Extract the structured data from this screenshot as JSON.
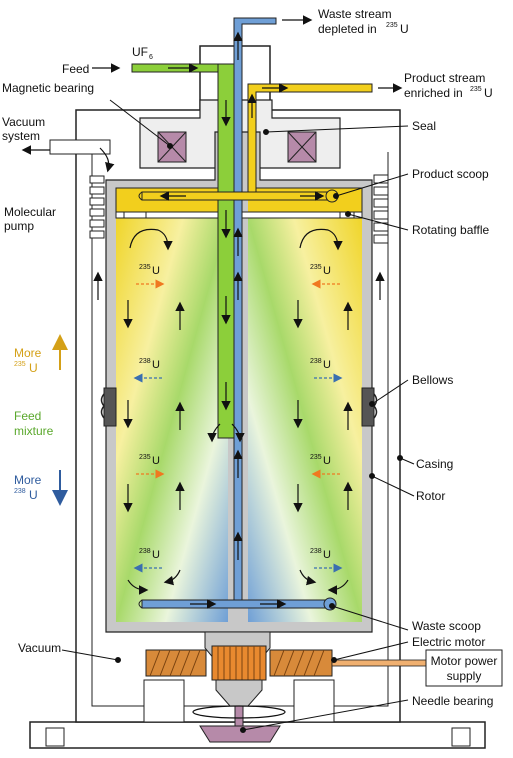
{
  "colors": {
    "feed": "#8ccf3a",
    "product": "#f2cf1d",
    "waste": "#6f9fd6",
    "casing": "#ffffff",
    "rotor": "#c8c8c8",
    "bearing": "#b68aa9",
    "motor": "#d88a3a",
    "more235": "#d4a017",
    "feedmix": "#5aa82c",
    "more238": "#2f5c9e",
    "arrow235": "#f07820",
    "arrow238": "#3a6fb0"
  },
  "labels": {
    "waste_stream_1": "Waste stream",
    "waste_stream_2": "depleted in",
    "waste_stream_sup": "235",
    "waste_stream_u": "U",
    "feed": "Feed",
    "uf6": "UF",
    "uf6_sub": "6",
    "product_stream_1": "Product stream",
    "product_stream_2": "enriched in",
    "product_stream_sup": "235",
    "product_stream_u": "U",
    "magnetic_bearing": "Magnetic bearing",
    "vacuum_system_1": "Vacuum",
    "vacuum_system_2": "system",
    "seal": "Seal",
    "product_scoop": "Product scoop",
    "molecular_pump_1": "Molecular",
    "molecular_pump_2": "pump",
    "rotating_baffle": "Rotating baffle",
    "more_235_1": "More",
    "more_235_sup": "235",
    "more_235_u": "U",
    "feed_mixture_1": "Feed",
    "feed_mixture_2": "mixture",
    "more_238_1": "More",
    "more_238_sup": "238",
    "more_238_u": "U",
    "bellows": "Bellows",
    "casing": "Casing",
    "rotor": "Rotor",
    "waste_scoop": "Waste scoop",
    "electric_motor": "Electric motor",
    "vacuum": "Vacuum",
    "motor_power_1": "Motor power",
    "motor_power_2": "supply",
    "needle_bearing": "Needle bearing"
  },
  "isotopes": {
    "u235_sup": "235",
    "u238_sup": "238",
    "u": "U"
  }
}
